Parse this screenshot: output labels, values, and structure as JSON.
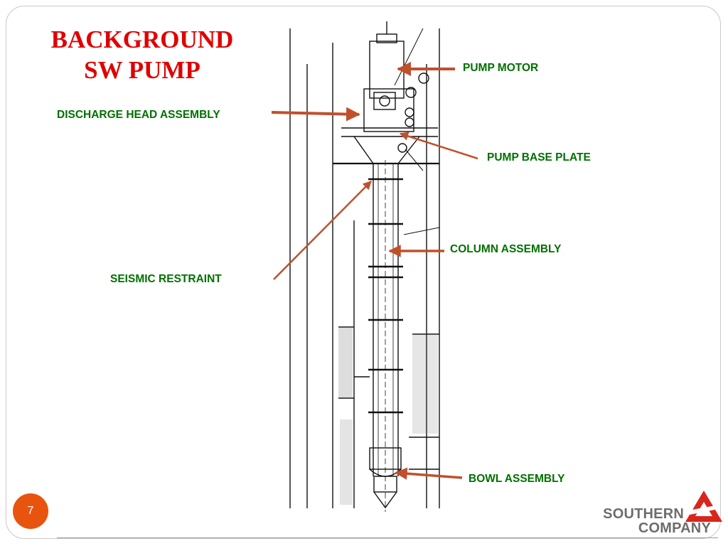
{
  "slide": {
    "title_line1": "BACKGROUND",
    "title_line2": "SW PUMP",
    "page_number": "7"
  },
  "labels": {
    "pump_motor": "PUMP MOTOR",
    "discharge_head": "DISCHARGE HEAD ASSEMBLY",
    "pump_base_plate": "PUMP BASE PLATE",
    "column_assembly": "COLUMN  ASSEMBLY",
    "seismic_restraint": "SEISMIC RESTRAINT",
    "bowl_assembly": "BOWL ASSEMBLY"
  },
  "logo": {
    "line1": "SOUTHERN",
    "line2": "COMPANY"
  },
  "colors": {
    "title": "#e00000",
    "label": "#007000",
    "arrow": "#c0502b",
    "page_badge": "#e8540e",
    "logo_red": "#d9261c",
    "logo_gray": "#6d6d6d"
  }
}
